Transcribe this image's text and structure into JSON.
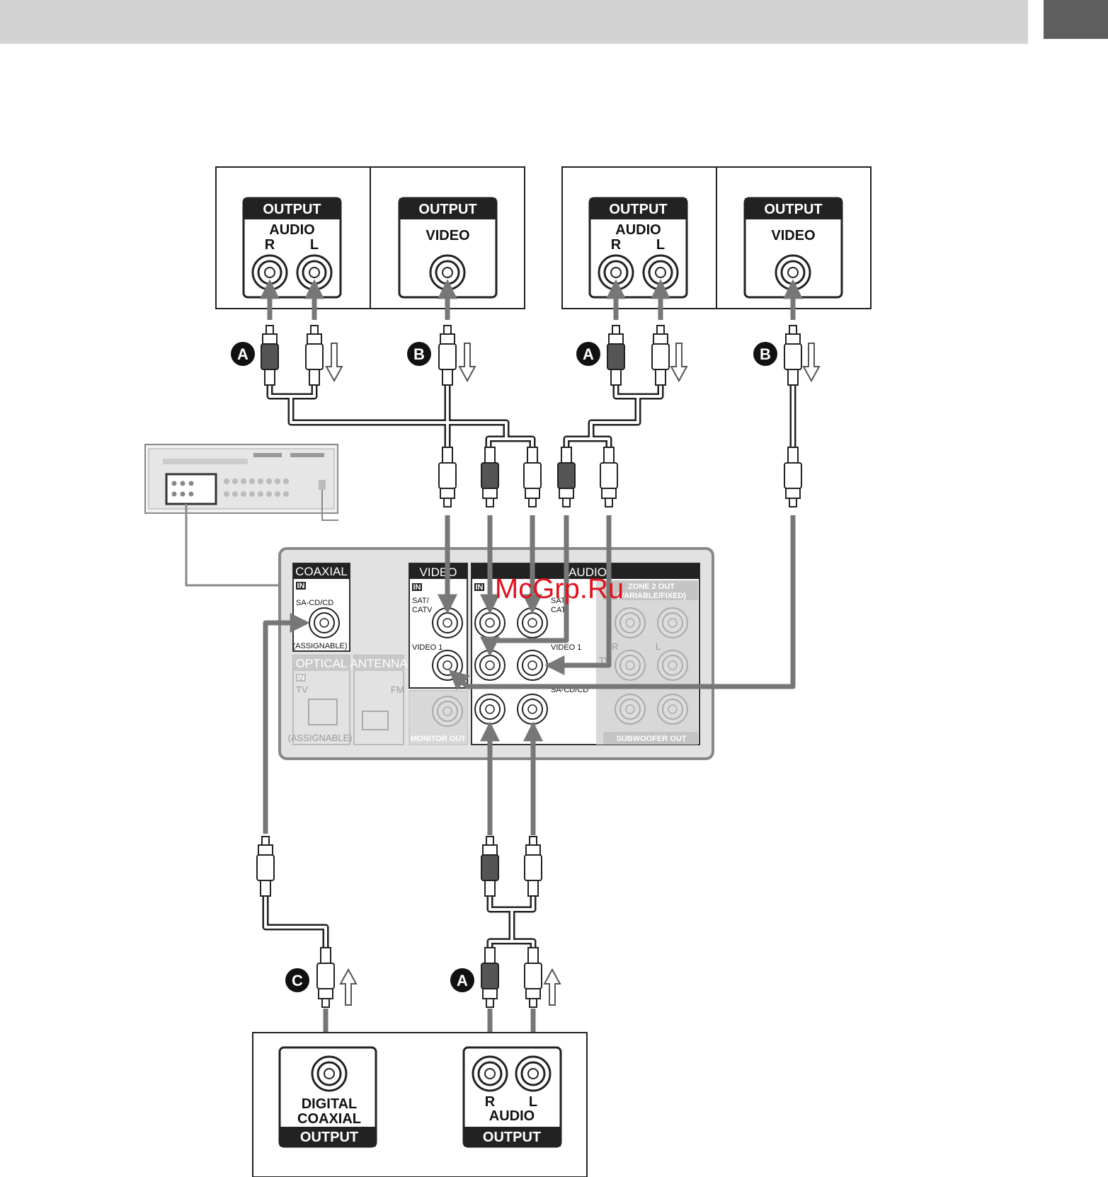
{
  "colors": {
    "accent_gray": "#777777",
    "header_bar": "#d3d3d3",
    "tab": "#5e5e5e",
    "watermark": "#e0141e"
  },
  "sources": {
    "left": {
      "audio_header": "OUTPUT",
      "audio_title": "AUDIO",
      "r": "R",
      "l": "L",
      "video_header": "OUTPUT",
      "video_title": "VIDEO"
    },
    "right": {
      "audio_header": "OUTPUT",
      "audio_title": "AUDIO",
      "r": "R",
      "l": "L",
      "video_header": "OUTPUT",
      "video_title": "VIDEO"
    }
  },
  "cable_labels": {
    "a1": "A",
    "b1": "B",
    "a2": "A",
    "b2": "B",
    "c": "C",
    "a3": "A"
  },
  "receiver": {
    "coaxial": {
      "title": "COAXIAL",
      "in": "IN",
      "jack": "SA-CD/CD",
      "assign": "(ASSIGNABLE)"
    },
    "optical": {
      "title": "OPTICAL",
      "in": "IN",
      "tv": "TV",
      "assign": "(ASSIGNABLE)"
    },
    "antenna": {
      "title": "ANTENNA",
      "fm": "FM"
    },
    "video": {
      "title": "VIDEO",
      "in": "IN",
      "sat": "SAT/",
      "catv": "CATV",
      "video1": "VIDEO 1",
      "monitor": "MONITOR OUT"
    },
    "audio": {
      "title": "AUDIO",
      "in": "IN",
      "sat": "SAT/",
      "cat": "CAT",
      "video1": "VIDEO 1",
      "sacd": "SA-CD/CD",
      "zone": "ZONE 2 OUT",
      "variable": "(VARIABLE/FIXED)",
      "r": "R",
      "l": "L",
      "tv": "TV",
      "subwoofer": "SUBWOOFER OUT"
    }
  },
  "bottom_device": {
    "digital": "DIGITAL",
    "coaxial": "COAXIAL",
    "dig_output": "OUTPUT",
    "r": "R",
    "l": "L",
    "audio": "AUDIO",
    "audio_output": "OUTPUT"
  },
  "watermark": "McGrp.Ru"
}
